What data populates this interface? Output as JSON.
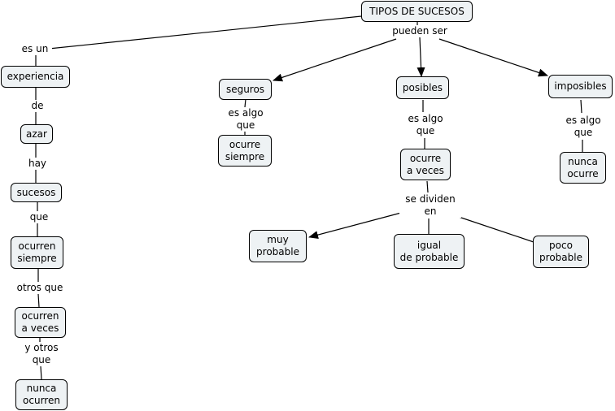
{
  "nodes": {
    "root": "TIPOS DE SUCESOS",
    "experiencia": "experiencia",
    "azar": "azar",
    "sucesos": "sucesos",
    "ocurren_siempre": "ocurren\nsiempre",
    "ocurren_a_veces": "ocurren\na veces",
    "nunca_ocurren": "nunca\nocurren",
    "seguros": "seguros",
    "ocurre_siempre": "ocurre\nsiempre",
    "posibles": "posibles",
    "ocurre_a_veces": "ocurre\na veces",
    "imposibles": "imposibles",
    "nunca_ocurre": "nunca\nocurre",
    "muy_probable": "muy\nprobable",
    "igual_de_probable": "igual\nde probable",
    "poco_probable": "poco\nprobable"
  },
  "links": {
    "es_un": "es un",
    "de": "de",
    "hay": "hay",
    "que": "que",
    "otros_que": "otros que",
    "y_otros_que": "y otros\nque",
    "pueden_ser": "pueden ser",
    "es_algo_que_seguros": "es algo\nque",
    "es_algo_que_posibles": "es algo\nque",
    "es_algo_que_imposibles": "es algo\nque",
    "se_dividen_en": "se dividen\nen"
  }
}
